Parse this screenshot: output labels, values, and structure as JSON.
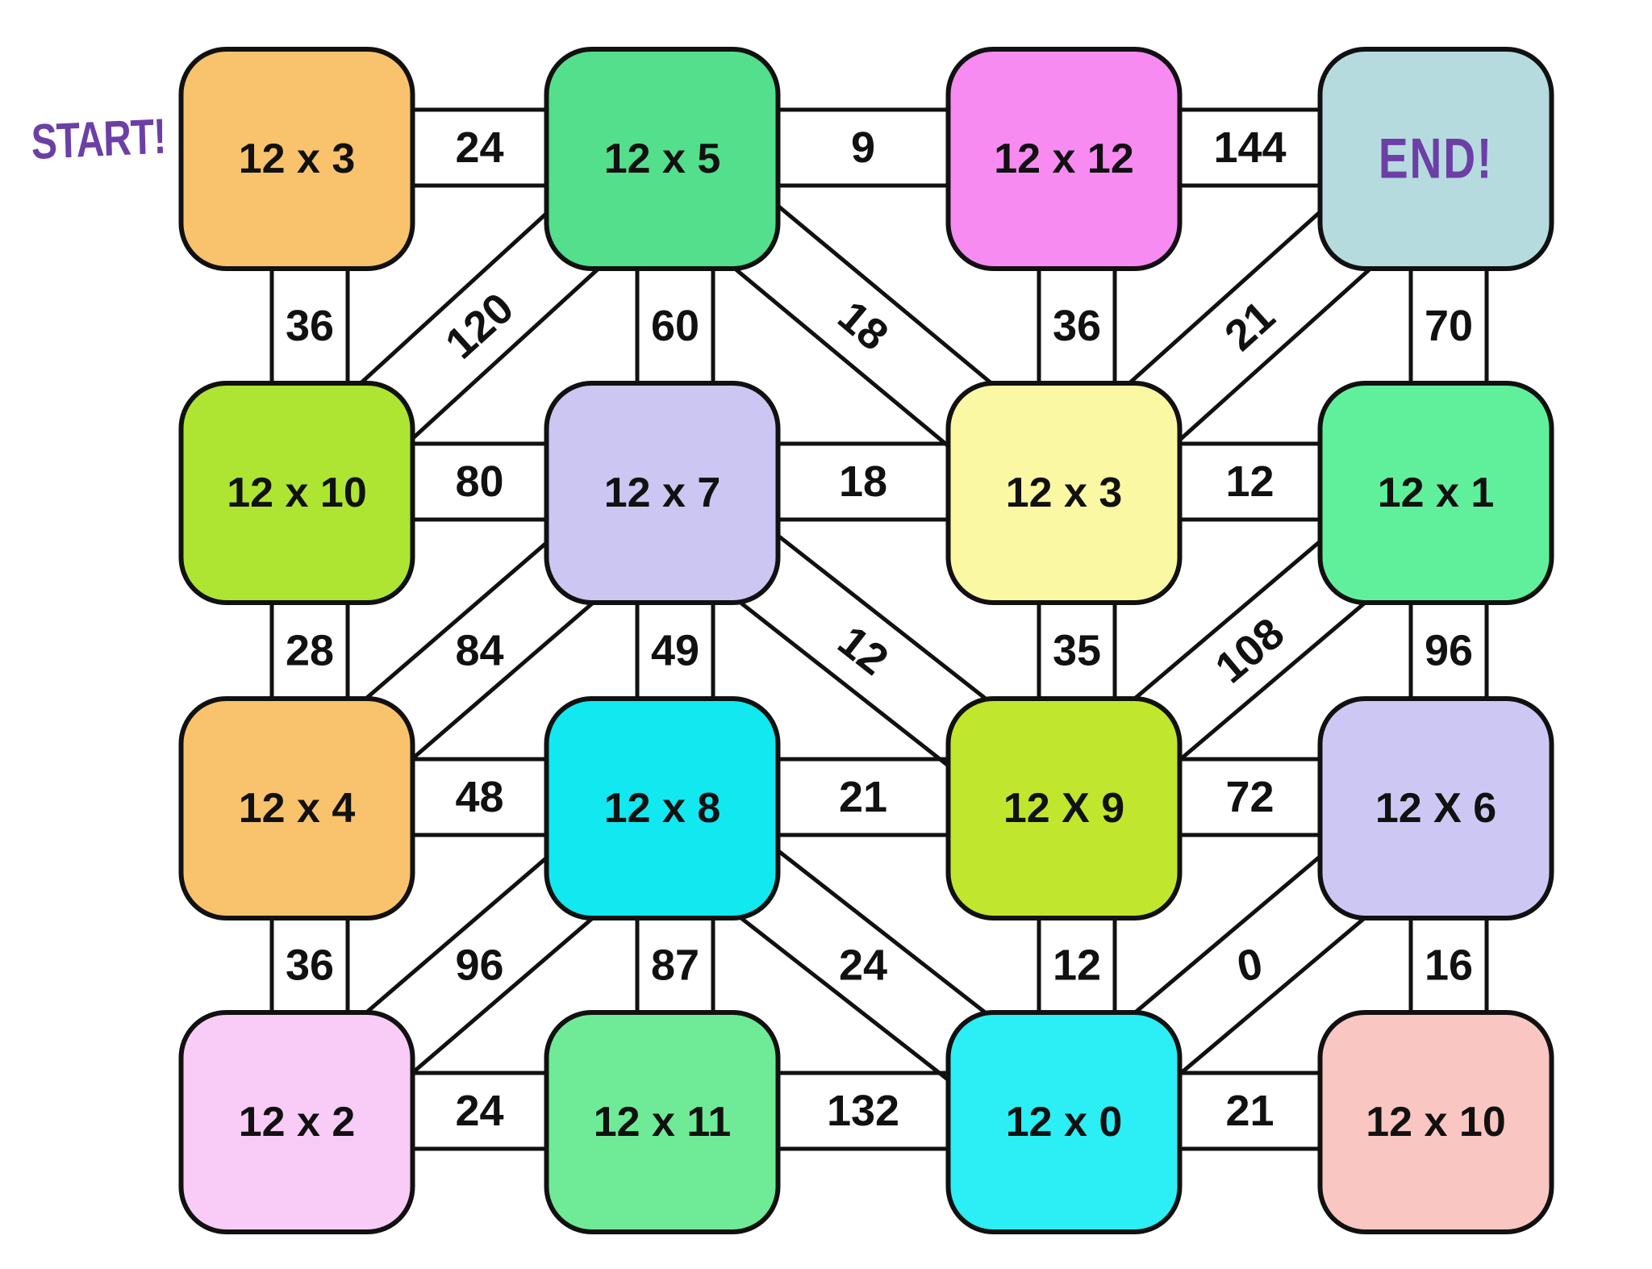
{
  "start_label": "START!",
  "accent_color": "#6C3FA6",
  "line_color": "#111111",
  "background_color": "#FFFFFF",
  "maze": {
    "rows": 4,
    "cols": 4,
    "boxes": [
      {
        "row": 0,
        "col": 0,
        "label": "12 x 3",
        "color": "#F8C36C",
        "is_end": false
      },
      {
        "row": 0,
        "col": 1,
        "label": "12 x 5",
        "color": "#54DF8D",
        "is_end": false
      },
      {
        "row": 0,
        "col": 2,
        "label": "12 x 12",
        "color": "#F78BF2",
        "is_end": false
      },
      {
        "row": 0,
        "col": 3,
        "label": "END!",
        "color": "#B6DBDE",
        "is_end": true
      },
      {
        "row": 1,
        "col": 0,
        "label": "12 x 10",
        "color": "#AEE532",
        "is_end": false
      },
      {
        "row": 1,
        "col": 1,
        "label": "12 x 7",
        "color": "#CBC6F2",
        "is_end": false
      },
      {
        "row": 1,
        "col": 2,
        "label": "12 x 3",
        "color": "#FBF8A3",
        "is_end": false
      },
      {
        "row": 1,
        "col": 3,
        "label": "12 x 1",
        "color": "#60F09C",
        "is_end": false
      },
      {
        "row": 2,
        "col": 0,
        "label": "12 x 4",
        "color": "#F8C36C",
        "is_end": false
      },
      {
        "row": 2,
        "col": 1,
        "label": "12 x 8",
        "color": "#12E8F0",
        "is_end": false
      },
      {
        "row": 2,
        "col": 2,
        "label": "12 X 9",
        "color": "#C0E72E",
        "is_end": false
      },
      {
        "row": 2,
        "col": 3,
        "label": "12 X 6",
        "color": "#CDC8F3",
        "is_end": false
      },
      {
        "row": 3,
        "col": 0,
        "label": "12 x 2",
        "color": "#F8CCF6",
        "is_end": false
      },
      {
        "row": 3,
        "col": 1,
        "label": "12 x 11",
        "color": "#6FEB97",
        "is_end": false
      },
      {
        "row": 3,
        "col": 2,
        "label": "12 x 0",
        "color": "#2BEFF5",
        "is_end": false
      },
      {
        "row": 3,
        "col": 3,
        "label": "12 x 10",
        "color": "#FAC6C1",
        "is_end": false
      }
    ],
    "edges": [
      {
        "from": [
          0,
          0
        ],
        "to": [
          0,
          1
        ],
        "label": "24",
        "rot": 0
      },
      {
        "from": [
          0,
          1
        ],
        "to": [
          0,
          2
        ],
        "label": "9",
        "rot": 0
      },
      {
        "from": [
          0,
          2
        ],
        "to": [
          0,
          3
        ],
        "label": "144",
        "rot": 0
      },
      {
        "from": [
          1,
          0
        ],
        "to": [
          1,
          1
        ],
        "label": "80",
        "rot": 0
      },
      {
        "from": [
          1,
          1
        ],
        "to": [
          1,
          2
        ],
        "label": "18",
        "rot": 0
      },
      {
        "from": [
          1,
          2
        ],
        "to": [
          1,
          3
        ],
        "label": "12",
        "rot": 0
      },
      {
        "from": [
          2,
          0
        ],
        "to": [
          2,
          1
        ],
        "label": "48",
        "rot": 0
      },
      {
        "from": [
          2,
          1
        ],
        "to": [
          2,
          2
        ],
        "label": "21",
        "rot": 0
      },
      {
        "from": [
          2,
          2
        ],
        "to": [
          2,
          3
        ],
        "label": "72",
        "rot": 0
      },
      {
        "from": [
          3,
          0
        ],
        "to": [
          3,
          1
        ],
        "label": "24",
        "rot": 0
      },
      {
        "from": [
          3,
          1
        ],
        "to": [
          3,
          2
        ],
        "label": "132",
        "rot": 0
      },
      {
        "from": [
          3,
          2
        ],
        "to": [
          3,
          3
        ],
        "label": "21",
        "rot": 0
      },
      {
        "from": [
          0,
          0
        ],
        "to": [
          1,
          0
        ],
        "label": "36",
        "rot": 0
      },
      {
        "from": [
          0,
          1
        ],
        "to": [
          1,
          1
        ],
        "label": "60",
        "rot": 0
      },
      {
        "from": [
          0,
          2
        ],
        "to": [
          1,
          2
        ],
        "label": "36",
        "rot": 0
      },
      {
        "from": [
          0,
          3
        ],
        "to": [
          1,
          3
        ],
        "label": "70",
        "rot": 0
      },
      {
        "from": [
          1,
          0
        ],
        "to": [
          2,
          0
        ],
        "label": "28",
        "rot": 0
      },
      {
        "from": [
          1,
          1
        ],
        "to": [
          2,
          1
        ],
        "label": "49",
        "rot": 0
      },
      {
        "from": [
          1,
          2
        ],
        "to": [
          2,
          2
        ],
        "label": "35",
        "rot": 0
      },
      {
        "from": [
          1,
          3
        ],
        "to": [
          2,
          3
        ],
        "label": "96",
        "rot": 0
      },
      {
        "from": [
          2,
          0
        ],
        "to": [
          3,
          0
        ],
        "label": "36",
        "rot": 0
      },
      {
        "from": [
          2,
          1
        ],
        "to": [
          3,
          1
        ],
        "label": "87",
        "rot": 0
      },
      {
        "from": [
          2,
          2
        ],
        "to": [
          3,
          2
        ],
        "label": "12",
        "rot": 0
      },
      {
        "from": [
          2,
          3
        ],
        "to": [
          3,
          3
        ],
        "label": "16",
        "rot": 0
      },
      {
        "from": [
          0,
          1
        ],
        "to": [
          1,
          0
        ],
        "label": "120",
        "rot": -42
      },
      {
        "from": [
          0,
          1
        ],
        "to": [
          1,
          2
        ],
        "label": "18",
        "rot": 40
      },
      {
        "from": [
          0,
          3
        ],
        "to": [
          1,
          2
        ],
        "label": "21",
        "rot": -42
      },
      {
        "from": [
          1,
          1
        ],
        "to": [
          2,
          0
        ],
        "label": "84",
        "rot": 0
      },
      {
        "from": [
          1,
          1
        ],
        "to": [
          2,
          2
        ],
        "label": "12",
        "rot": 38
      },
      {
        "from": [
          1,
          3
        ],
        "to": [
          2,
          2
        ],
        "label": "108",
        "rot": -40
      },
      {
        "from": [
          2,
          1
        ],
        "to": [
          3,
          0
        ],
        "label": "96",
        "rot": 0
      },
      {
        "from": [
          2,
          1
        ],
        "to": [
          3,
          2
        ],
        "label": "24",
        "rot": 0
      },
      {
        "from": [
          2,
          3
        ],
        "to": [
          3,
          2
        ],
        "label": "0",
        "rot": -12
      }
    ]
  }
}
